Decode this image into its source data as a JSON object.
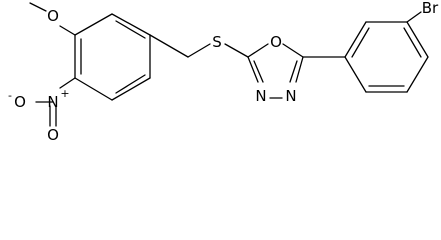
{
  "molecule": {
    "atoms": {
      "methoxy_o": "O",
      "nitro_o_minus": "O",
      "nitro_charge": "-",
      "nitro_n": "N",
      "nitro_n_charge": "+",
      "nitro_o": "O",
      "thioether_s": "S",
      "ring_o": "O",
      "ring_n1": "N",
      "ring_n2": "N",
      "bromo": "Br"
    }
  }
}
